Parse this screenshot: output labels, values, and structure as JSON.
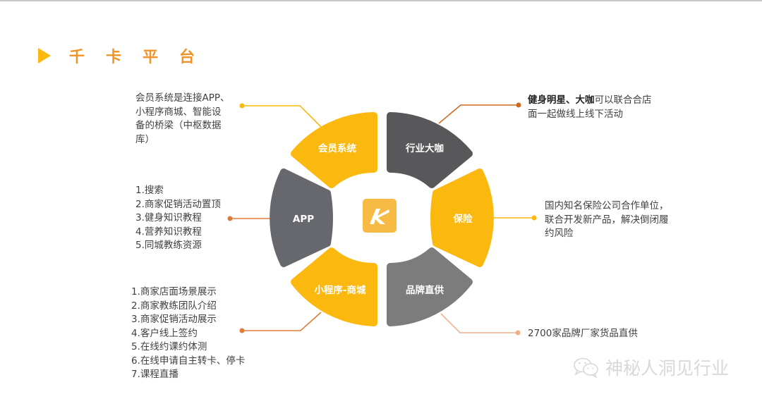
{
  "title": "千卡平台",
  "colors": {
    "accent_yellow": "#fbb80f",
    "title_orange": "#f0942a",
    "dark_gray": "#58585a",
    "mid_gray": "#67686d",
    "light_gray": "#7c7c7c",
    "line_orange": "#e07b39",
    "line_peach": "#f0b08c"
  },
  "center_logo": {
    "icon": "k-logo-icon",
    "letter": "K"
  },
  "segments": [
    {
      "id": "membership",
      "label": "会员系统",
      "color": "#fbb80f",
      "position": "upper-left"
    },
    {
      "id": "industry",
      "label": "行业大咖",
      "color": "#58585a",
      "position": "upper-right"
    },
    {
      "id": "insurance",
      "label": "保险",
      "color": "#fbb80f",
      "position": "right"
    },
    {
      "id": "brand",
      "label": "品牌直供",
      "color": "#7c7c7c",
      "position": "lower-right"
    },
    {
      "id": "miniprogram",
      "label": "小程序-商城",
      "color": "#fbb80f",
      "position": "lower-left"
    },
    {
      "id": "app",
      "label": "APP",
      "color": "#67686d",
      "position": "left"
    }
  ],
  "notes": {
    "membership": {
      "lines": [
        "会员系统是连接APP、",
        "小程序商城、智能设",
        "备的桥梁（中枢数据",
        "库）"
      ]
    },
    "app": {
      "lines": [
        "1.搜索",
        "2.商家促销活动置顶",
        "3.健身知识教程",
        "4.营养知识教程",
        "5.同城教练资源"
      ]
    },
    "miniprogram": {
      "lines": [
        "1.商家店面场景展示",
        "2.商家教练团队介绍",
        "3.商家促销活动展示",
        "4.客户线上签约",
        "5.在线约课约体测",
        "6.在线申请自主转卡、停卡",
        "7.课程直播"
      ]
    },
    "industry": {
      "bold": "健身明星、大咖",
      "line1_rest": "可以联合合店",
      "line2": "面一起做线上线下活动"
    },
    "insurance": {
      "lines": [
        "国内知名保险公司合作单位，",
        "联合开发新产品，解决倒闭履",
        "约风险"
      ]
    },
    "brand": {
      "lines": [
        "2700家品牌厂家货品直供"
      ]
    }
  },
  "watermark": {
    "icon": "wechat-icon",
    "text": "神秘人洞见行业"
  }
}
